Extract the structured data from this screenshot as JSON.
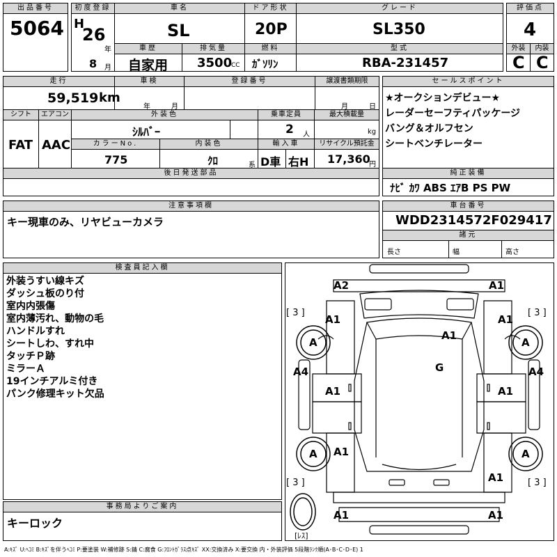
{
  "header": {
    "lot_label": "出品番号",
    "lot": "5064",
    "first_reg_label": "初度登録",
    "era": "H",
    "year": "26",
    "year_unit": "年",
    "month": "8",
    "month_unit": "月",
    "car_name_label": "車名",
    "car_name": "SL",
    "history_label": "車歴",
    "history": "自家用",
    "displacement_label": "排気量",
    "displacement": "3500",
    "cc": "CC",
    "door_label": "ドア形状",
    "door": "20P",
    "fuel_label": "燃料",
    "fuel": "ｶﾞｿﾘﾝ",
    "grade_label": "グレード",
    "grade": "SL350",
    "model_label": "型式",
    "model": "RBA-231457",
    "score_label": "評価点",
    "score": "4",
    "ext_label": "外装",
    "ext": "C",
    "int_label": "内装",
    "int": "C"
  },
  "row2": {
    "mileage_label": "走行",
    "mileage": "59,519",
    "km": "km",
    "inspection_label": "車検",
    "insp_year": "年",
    "insp_month": "月",
    "regno_label": "登録番号",
    "transfer_label": "譲渡書類期限",
    "tr_month": "月",
    "tr_day": "日",
    "shift_label": "シフト",
    "shift": "FAT",
    "ac_label": "エアコン",
    "ac": "AAC",
    "color_label": "外装色",
    "color": "ｼﾙﾊﾞｰ",
    "capacity_label": "乗車定員",
    "capacity": "2",
    "capacity_unit": "人",
    "maxload_label": "最大積載量",
    "maxload_unit": "kg",
    "colorno_label": "カラーNo.",
    "colorno": "775",
    "interior_label": "内装色",
    "interior": "ｸﾛ",
    "interior_unit": "系",
    "import_label": "輸入車",
    "import": "D車",
    "handle": "右H",
    "recycle_label": "リサイクル預託金",
    "recycle": "17,360",
    "recycle_unit": "円",
    "later_label": "後日発送部品"
  },
  "sales": {
    "label": "セールスポイント",
    "items": [
      "★オークションデビュー★",
      "レーダーセーフティパッケージ",
      "バング＆オルフセン",
      "シートベンチレーター"
    ]
  },
  "equipment": {
    "label": "純正装備",
    "value": "ﾅﾋﾞ ｶﾜ ABS ｴｱB PS PW"
  },
  "notes": {
    "label": "注意事項欄",
    "value": "キー現車のみ、リヤビューカメラ"
  },
  "chassis": {
    "label": "車台番号",
    "value": "WDD2314572F029417"
  },
  "dims": {
    "label": "諸元",
    "length": "長さ",
    "width": "幅",
    "height": "高さ"
  },
  "inspector": {
    "label": "検査員記入欄",
    "items": [
      "外装うすい線キズ",
      "ダッシュ板のり付",
      "室内内張傷",
      "室内薄汚れ、動物の毛",
      "ハンドルすれ",
      "シートしわ、すれ中",
      "タッチＰ跡",
      "ミラーＡ",
      "19インチアルミ付き",
      "パンク修理キット欠品"
    ]
  },
  "office": {
    "label": "事務局よりご案内",
    "value": "キーロック"
  },
  "diagram": {
    "marks": [
      "A2",
      "A1",
      "A1",
      "A1",
      "A1",
      "A4",
      "A1",
      "G",
      "A1",
      "A4",
      "A1",
      "A1",
      "A1",
      "A1"
    ],
    "tires": [
      "A",
      "A",
      "A",
      "A"
    ],
    "tread": [
      "[ 3 ]",
      "[ 3 ]",
      "[ 3 ]",
      "[ 3 ]"
    ],
    "spare": "[ﾚｽ]"
  },
  "legend": "A:ｷｽﾞ  U:ﾍｺﾐ B:ｷｽﾞを伴うﾍｺﾐ P:要塗装 W:補修跡 S:錆 C:腐食 G:ﾌﾛﾝﾄｶﾞﾗｽ点ｷｽﾞ XX:交換済み X:要交換  内・外装評価  5段階ﾗﾝｸ順(A･B･C･D･E) 1"
}
